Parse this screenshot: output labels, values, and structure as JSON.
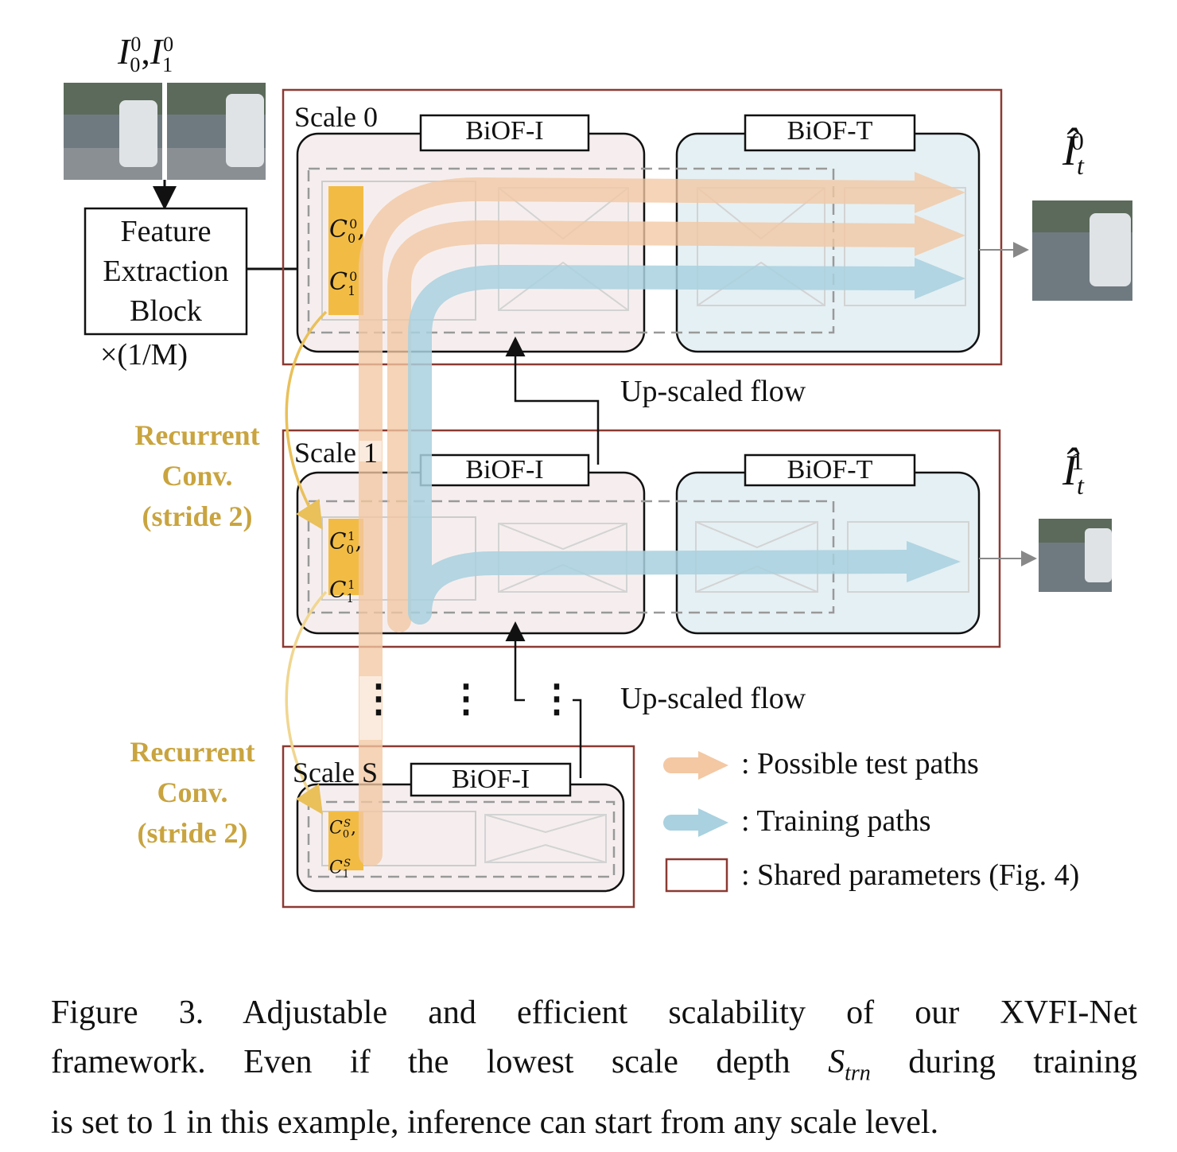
{
  "inputs": {
    "label_I0": "I",
    "label_I1": "I",
    "sub0": "0",
    "sub1": "1",
    "sup": "0",
    "comma": ","
  },
  "feature_block": {
    "line1": "Feature",
    "line2": "Extraction",
    "line3": "Block",
    "scale_factor": "×(1/M)"
  },
  "scales": [
    {
      "name": "Scale 0",
      "biof_i": "BiOF-I",
      "biof_t": "BiOF-T",
      "c_sup": "0",
      "output_sup": "0"
    },
    {
      "name": "Scale 1",
      "biof_i": "BiOF-I",
      "biof_t": "BiOF-T",
      "c_sup": "1",
      "output_sup": "1"
    },
    {
      "name": "Scale S",
      "biof_i": "BiOF-I",
      "c_sup": "S"
    }
  ],
  "c_labels": {
    "base": "C",
    "sub0": "0",
    "sub1": "1",
    "comma": ","
  },
  "output_label": {
    "base": "Î",
    "sub": "t"
  },
  "upscaled_flow_1": "Up-scaled flow",
  "upscaled_flow_2": "Up-scaled flow",
  "recurrent_1": [
    "Recurrent",
    "Conv.",
    "(stride 2)"
  ],
  "recurrent_2": [
    "Recurrent",
    "Conv.",
    "(stride 2)"
  ],
  "ellipsis": "⋮",
  "legend": {
    "test_paths": ": Possible test paths",
    "training_paths": ": Training paths",
    "shared_params": ": Shared parameters (Fig. 4)"
  },
  "colors": {
    "test_path": "#f3c8a3",
    "training_path": "#a9d1df",
    "shared_border": "#8b3a33",
    "feature_fill": "#f2bc44",
    "recurrent_text": "#c9a43f",
    "biof_i_fill": "#f6eeee",
    "biof_t_fill": "#e5f0f4"
  },
  "caption": {
    "line1": "Figure 3. Adjustable and efficient scalability of our XVFI-Net",
    "line2a": "framework. Even if the lowest scale depth",
    "line2_math": "S",
    "line2_sub": "trn",
    "line2b": "during training",
    "line3": "is set to 1 in this example, inference can start from any scale level."
  }
}
